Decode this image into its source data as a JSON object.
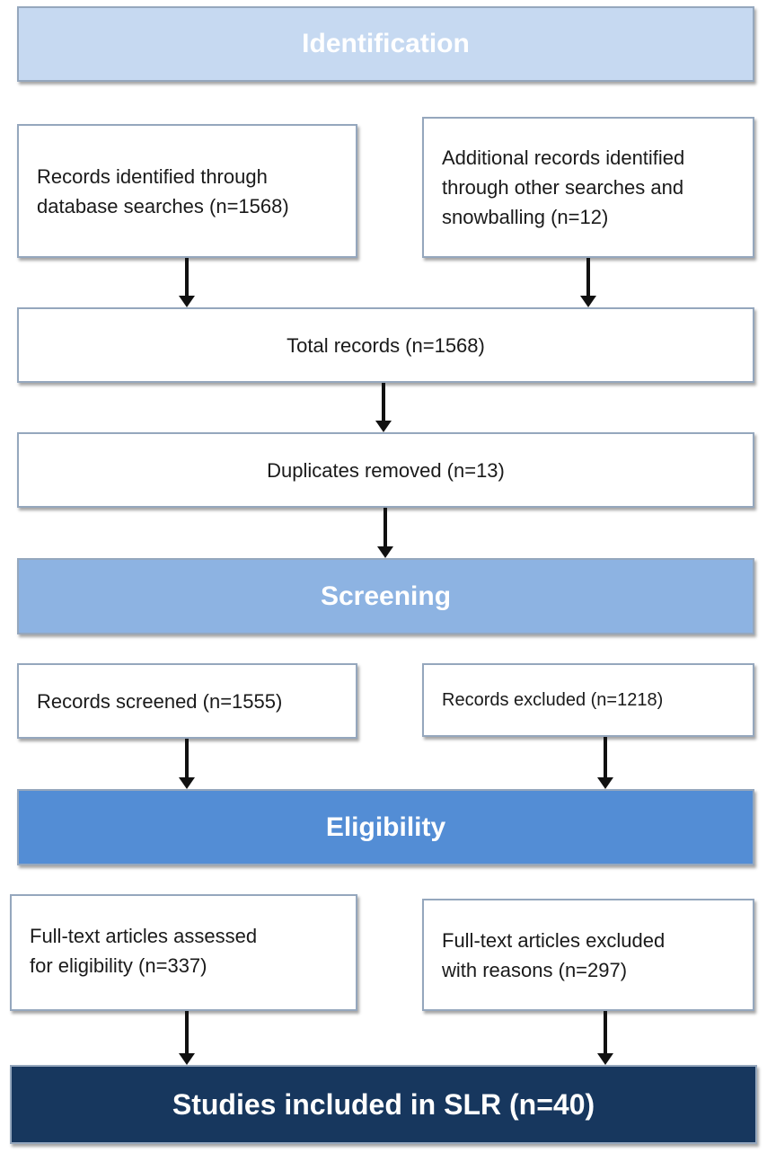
{
  "phases": {
    "identification": "Identification",
    "screening": "Screening",
    "eligibility": "Eligibility",
    "included": "Studies included in SLR (n=40)"
  },
  "nodes": {
    "database_records": "Records identified through\ndatabase searches (n=1568)",
    "additional_records": "Additional records identified\nthrough other searches and\nsnowballing (n=12)",
    "total_records": "Total records (n=1568)",
    "duplicates_removed": "Duplicates removed (n=13)",
    "records_screened": "Records screened (n=1555)",
    "records_excluded": "Records excluded (n=1218)",
    "fulltext_assessed": "Full-text articles assessed\nfor eligibility (n=337)",
    "fulltext_excluded": "Full-text articles excluded\nwith reasons (n=297)"
  },
  "colors": {
    "identification": "#c6d9f1",
    "screening": "#8db3e2",
    "eligibility": "#538dd5",
    "included": "#17375e"
  }
}
